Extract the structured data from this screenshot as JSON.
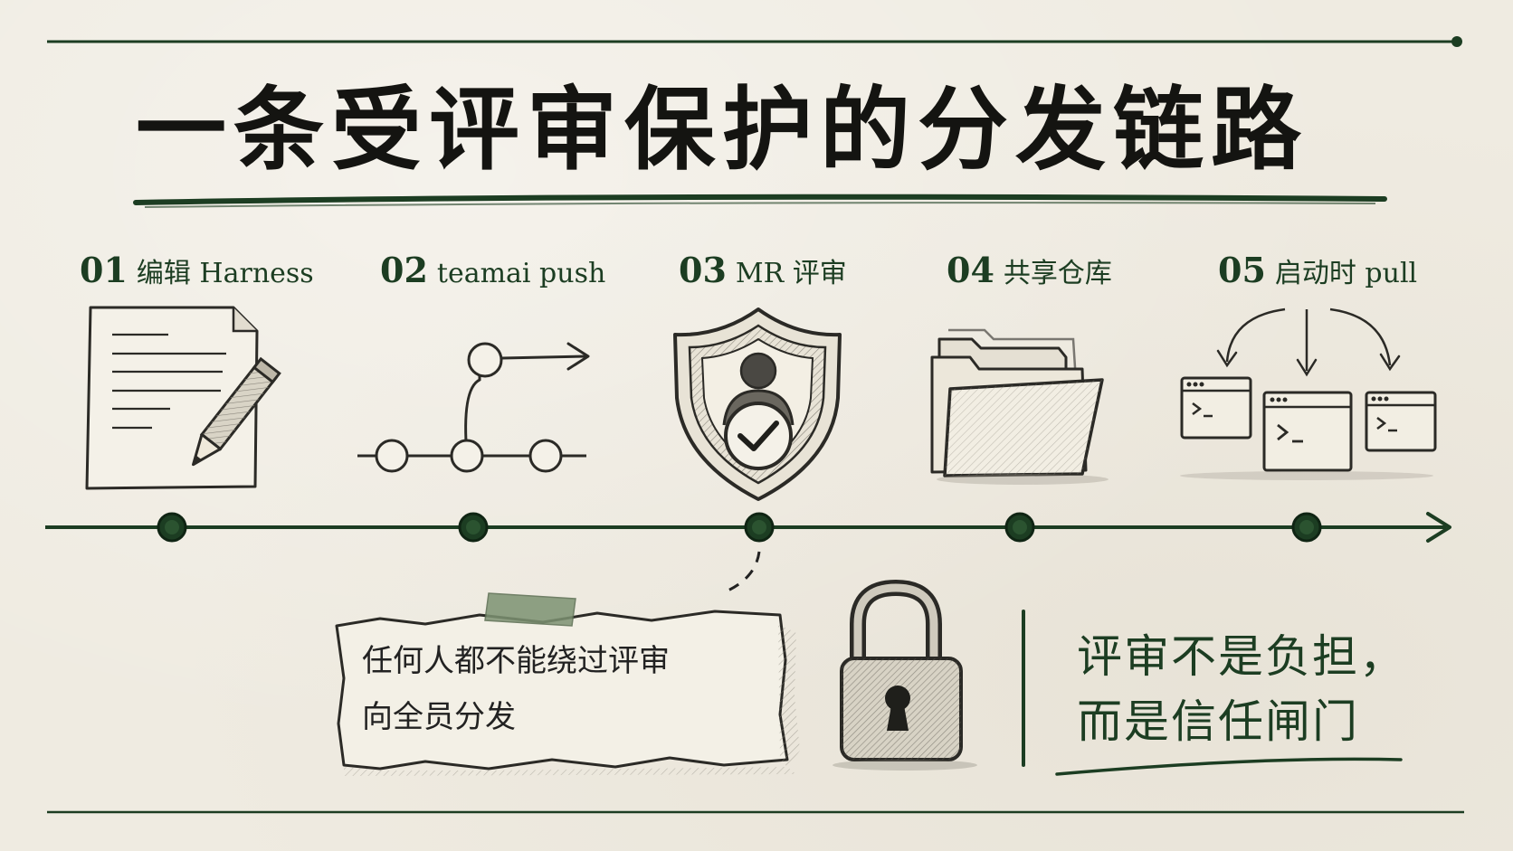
{
  "title": "一条受评审保护的分发链路",
  "steps": [
    {
      "num": "01",
      "label": "编辑 Harness",
      "icon": "document-pencil-icon"
    },
    {
      "num": "02",
      "label": "teamai push",
      "icon": "git-branch-push-icon"
    },
    {
      "num": "03",
      "label": "MR 评审",
      "icon": "shield-check-icon"
    },
    {
      "num": "04",
      "label": "共享仓库",
      "icon": "folder-icon"
    },
    {
      "num": "05",
      "label": "启动时 pull",
      "icon": "terminals-pull-icon"
    }
  ],
  "note": {
    "line1": "任何人都不能绕过评审",
    "line2": "向全员分发"
  },
  "lock_icon": "padlock-icon",
  "slogan": {
    "line1": "评审不是负担，",
    "line2": "而是信任闸门"
  },
  "colors": {
    "accent": "#1c3d22",
    "ink": "#1f1f1b",
    "paper": "#efebe1",
    "tape": "#7d9272"
  }
}
